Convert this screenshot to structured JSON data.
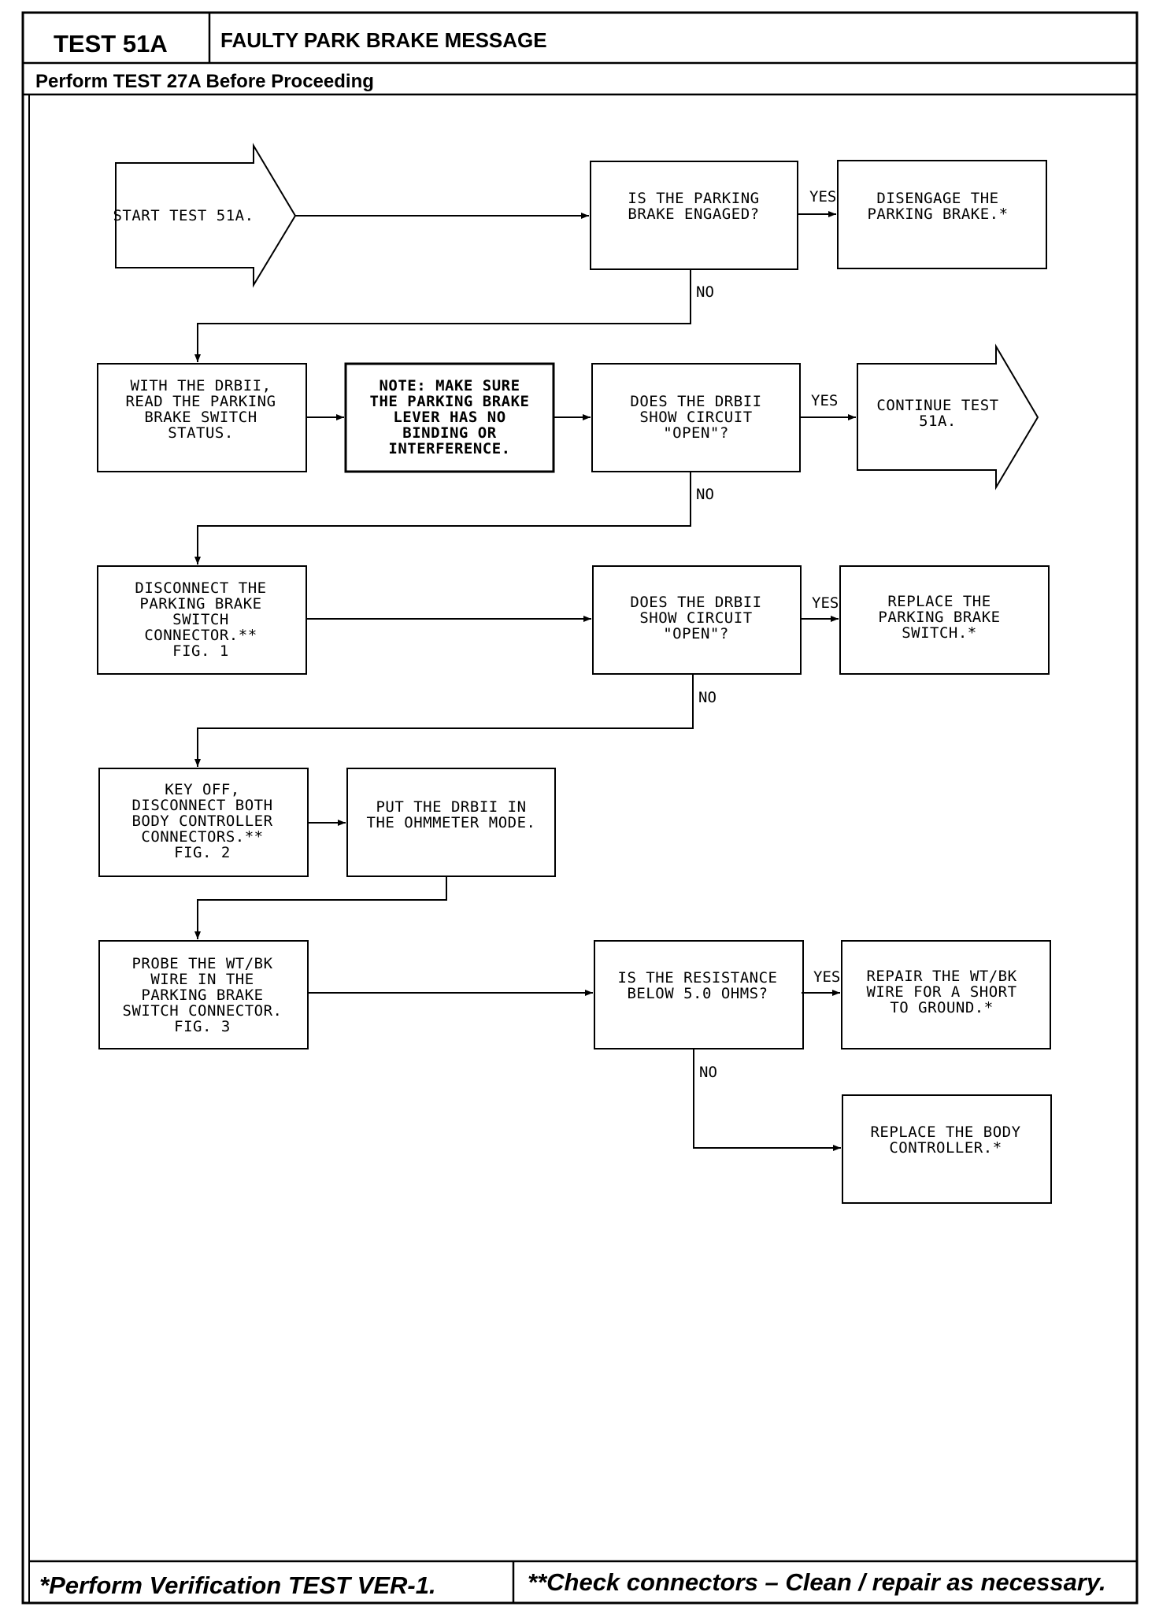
{
  "header": {
    "test_id": "TEST 51A",
    "title": "FAULTY PARK BRAKE MESSAGE",
    "subtitle": "Perform TEST 27A Before Proceeding"
  },
  "nodes": {
    "start": [
      "START TEST 51A."
    ],
    "q_engaged": [
      "IS THE PARKING",
      "BRAKE ENGAGED?"
    ],
    "disengage": [
      "DISENGAGE THE",
      "PARKING BRAKE.*"
    ],
    "read_status": [
      "WITH THE DRBII,",
      "READ THE PARKING",
      "BRAKE SWITCH",
      "STATUS."
    ],
    "note": [
      "NOTE: MAKE SURE",
      "THE PARKING BRAKE",
      "LEVER HAS NO",
      "BINDING OR",
      "INTERFERENCE."
    ],
    "q_open1": [
      "DOES THE DRBII",
      "SHOW CIRCUIT",
      "\"OPEN\"?"
    ],
    "continue": [
      "CONTINUE TEST",
      "51A."
    ],
    "disconnect_switch": [
      "DISCONNECT THE",
      "PARKING BRAKE",
      "SWITCH",
      "CONNECTOR.**",
      "FIG. 1"
    ],
    "q_open2": [
      "DOES THE DRBII",
      "SHOW CIRCUIT",
      "\"OPEN\"?"
    ],
    "replace_switch": [
      "REPLACE THE",
      "PARKING BRAKE",
      "SWITCH.*"
    ],
    "key_off": [
      "KEY OFF,",
      "DISCONNECT BOTH",
      "BODY CONTROLLER",
      "CONNECTORS.**",
      "FIG. 2"
    ],
    "ohmmeter": [
      "PUT THE DRBII IN",
      "THE OHMMETER MODE."
    ],
    "probe": [
      "PROBE THE WT/BK",
      "WIRE IN THE",
      "PARKING BRAKE",
      "SWITCH CONNECTOR.",
      "FIG. 3"
    ],
    "q_resistance": [
      "IS THE RESISTANCE",
      "BELOW 5.0 OHMS?"
    ],
    "repair_wire": [
      "REPAIR THE WT/BK",
      "WIRE FOR A SHORT",
      "TO GROUND.*"
    ],
    "replace_body": [
      "REPLACE THE BODY",
      "CONTROLLER.*"
    ]
  },
  "labels": {
    "yes": "YES",
    "no": "NO"
  },
  "footer": {
    "left": "*Perform Verification TEST VER-1.",
    "right": "**Check connectors – Clean / repair as necessary."
  }
}
